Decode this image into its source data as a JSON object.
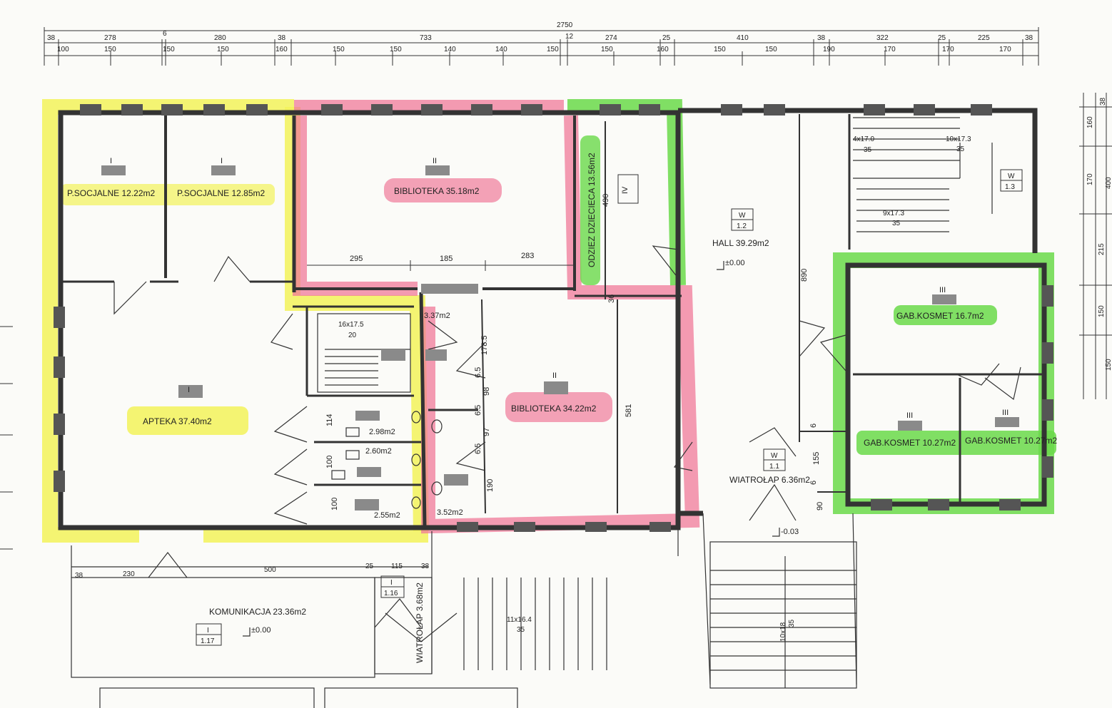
{
  "highlight_colors": {
    "yellow": "#f2f25a",
    "red": "#f07a9a",
    "green": "#6ad94a"
  },
  "dimensions_top_row1": [
    "38",
    "278",
    "6",
    "280",
    "38",
    "733",
    "12",
    "274",
    "25",
    "410",
    "38",
    "322",
    "25",
    "225",
    "38"
  ],
  "dimension_total": "2750",
  "dimensions_top_row2": [
    "100",
    "150",
    "150",
    "150",
    "160",
    "150",
    "150",
    "140",
    "140",
    "150",
    "150",
    "160",
    "150",
    "150",
    "190",
    "170",
    "170",
    "170"
  ],
  "dimensions_right": [
    "38",
    "160",
    "170",
    "400",
    "215",
    "150",
    "150"
  ],
  "rooms": {
    "socjalne1": {
      "label": "P.SOCJALNE 12.22m2",
      "tag": "I"
    },
    "socjalne2": {
      "label": "P.SOCJALNE 12.85m2",
      "tag": "I"
    },
    "bibl1": {
      "label": "BIBLIOTEKA 35.18m2",
      "tag": "II"
    },
    "odziez": {
      "label": "ODZIEZ DZIECIECA 13.56m2",
      "tag": "IV"
    },
    "hall": {
      "label": "HALL 39.29m2",
      "tag_top": "W",
      "tag_bottom": "1.2",
      "level": "±0.00"
    },
    "apteka": {
      "label": "APTEKA 37.40m2",
      "tag": "I"
    },
    "bibl2": {
      "label": "BIBLIOTEKA 34.22m2",
      "tag": "II"
    },
    "gab1": {
      "label": "GAB.KOSMET 16.7m2",
      "tag": "III"
    },
    "gab2": {
      "label": "GAB.KOSMET 10.27m2",
      "tag": "III"
    },
    "gab3": {
      "label": "GAB.KOSMET 10.27m2",
      "tag": "III"
    },
    "wiatrolap1": {
      "label": "WIATROŁAP 6.36m2",
      "tag_top": "W",
      "tag_bottom": "1.1"
    },
    "w13": {
      "tag_top": "W",
      "tag_bottom": "1.3"
    },
    "komunikacja": {
      "label": "KOMUNIKACJA 23.36m2",
      "tag_top": "I",
      "tag_bottom": "1.17",
      "level": "±0.00"
    },
    "wiatrolap2": {
      "label": "WIATROŁAP 3.68m2",
      "tag_top": "I",
      "tag_bottom": "1.16"
    }
  },
  "small_areas": [
    "3.37m2",
    "2.98m2",
    "2.60m2",
    "2.55m2",
    "3.52m2"
  ],
  "inner_dims": {
    "d295": "295",
    "d185": "185",
    "d283": "283",
    "d490": "490",
    "d581": "581",
    "d890": "890",
    "d36": "36",
    "d178": "178.5",
    "d65a": "6.5",
    "d98": "98",
    "d65b": "6.5",
    "d97": "97",
    "d65c": "6.5",
    "d190": "190",
    "d114": "114",
    "d100a": "100",
    "d100b": "100",
    "d155": "155",
    "d6a": "6",
    "d6b": "6",
    "d90": "90"
  },
  "stairs": {
    "s1": "16x17.5",
    "s1b": "20",
    "s2": "4x17.0",
    "s2b": "35",
    "s3": "10x17.3",
    "s3b": "35",
    "s4": "9x17.3",
    "s4b": "35",
    "s5": "11x16.4",
    "s5b": "35",
    "s6": "10x18",
    "s6b": "35"
  },
  "levels": {
    "entrance": "-0.03"
  },
  "bottom_dims": [
    "38",
    "230",
    "500",
    "25",
    "115",
    "38"
  ]
}
